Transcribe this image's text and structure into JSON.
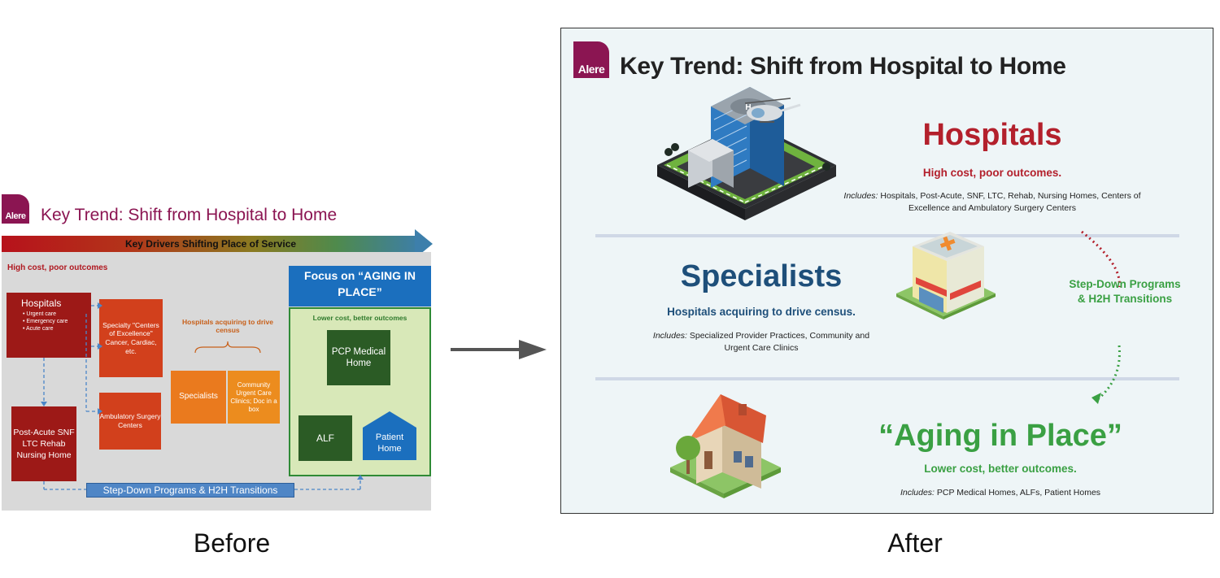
{
  "before": {
    "logo_text": "Alere",
    "title": "Key Trend: Shift from Hospital to Home",
    "arrow_label": "Key Drivers Shifting  Place  of  Service",
    "high_cost": "High cost, poor outcomes",
    "hospitals": {
      "title": "Hospitals",
      "items": [
        "Urgent care",
        "Emergency care",
        "Acute care"
      ]
    },
    "post_acute": "Post-Acute SNF LTC Rehab Nursing Home",
    "centers_of_excellence": "Specialty \"Centers of Excellence\" Cancer, Cardiac, etc.",
    "ambulatory": "Ambulatory Surgery Centers",
    "acquiring": "Hospitals acquiring to drive census",
    "specialists": "Specialists",
    "community": "Community Urgent Care Clinics; Doc in a box",
    "focus": "Focus on “AGING IN PLACE”",
    "lower_cost": "Lower cost, better outcomes",
    "pcp": "PCP Medical Home",
    "alf": "ALF",
    "patient_home": "Patient Home",
    "step_down": "Step-Down Programs & H2H Transitions",
    "colors": {
      "brand": "#8b1552",
      "red": "#9d1917",
      "orange": "#d2401c",
      "blue": "#1b6fbe",
      "green": "#2b5b25"
    }
  },
  "after": {
    "logo_text": "Alere",
    "title": "Key Trend: Shift from Hospital to Home",
    "hospitals": {
      "heading": "Hospitals",
      "subtitle": "High cost, poor outcomes.",
      "includes_label": "Includes:",
      "includes": "Hospitals, Post-Acute, SNF, LTC, Rehab, Nursing Homes, Centers of Excellence and Ambulatory Surgery Centers"
    },
    "specialists": {
      "heading": "Specialists",
      "subtitle": "Hospitals acquiring to drive census.",
      "includes_label": "Includes:",
      "includes": "Specialized Provider Practices, Community and Urgent Care Clinics"
    },
    "step_down": "Step-Down Programs & H2H Transitions",
    "aging": {
      "heading": "“Aging in Place”",
      "subtitle": "Lower cost, better outcomes.",
      "includes_label": "Includes:",
      "includes": "PCP Medical Homes, ALFs, Patient Homes"
    },
    "icons": [
      "hospital-building-icon",
      "helicopter-icon",
      "clinic-building-icon",
      "house-icon",
      "tree-icon"
    ],
    "colors": {
      "hospitals": "#b3202c",
      "specialists": "#1e4f7a",
      "aging": "#3aa043",
      "background": "#eef5f7"
    }
  },
  "captions": {
    "before": "Before",
    "after": "After"
  }
}
